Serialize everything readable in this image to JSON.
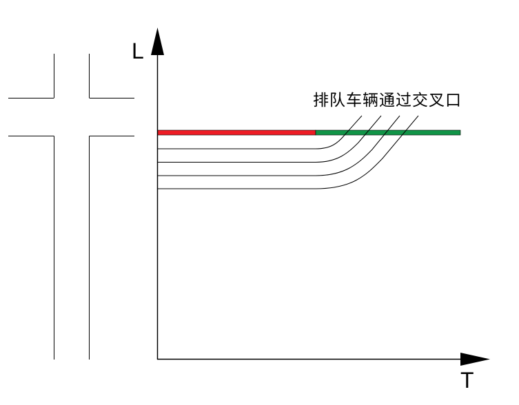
{
  "axes": {
    "y_label": "L",
    "x_label": "T"
  },
  "annotation": "排队车辆通过交叉口",
  "colors": {
    "red_signal": "#ED1C24",
    "green_signal": "#119447",
    "line": "#000000"
  },
  "queued_vehicle_count": 4
}
